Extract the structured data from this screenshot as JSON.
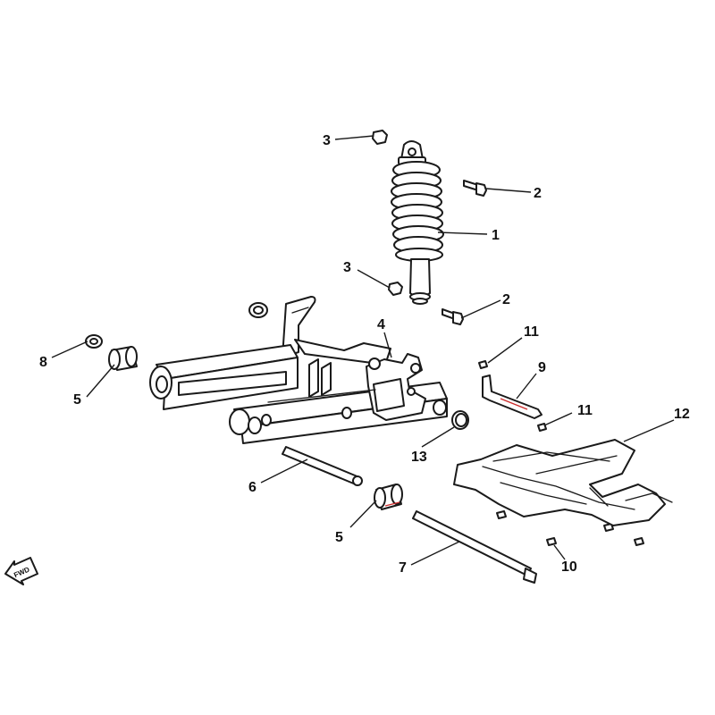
{
  "callouts": [
    "1",
    "2",
    "2",
    "3",
    "3",
    "4",
    "5",
    "5",
    "6",
    "7",
    "8",
    "9",
    "10",
    "11",
    "11",
    "12",
    "13"
  ],
  "direction_label": "FWD",
  "colors": {
    "line": "#1a1a1a",
    "accent": "#cc2b2b",
    "background": "#ffffff"
  }
}
